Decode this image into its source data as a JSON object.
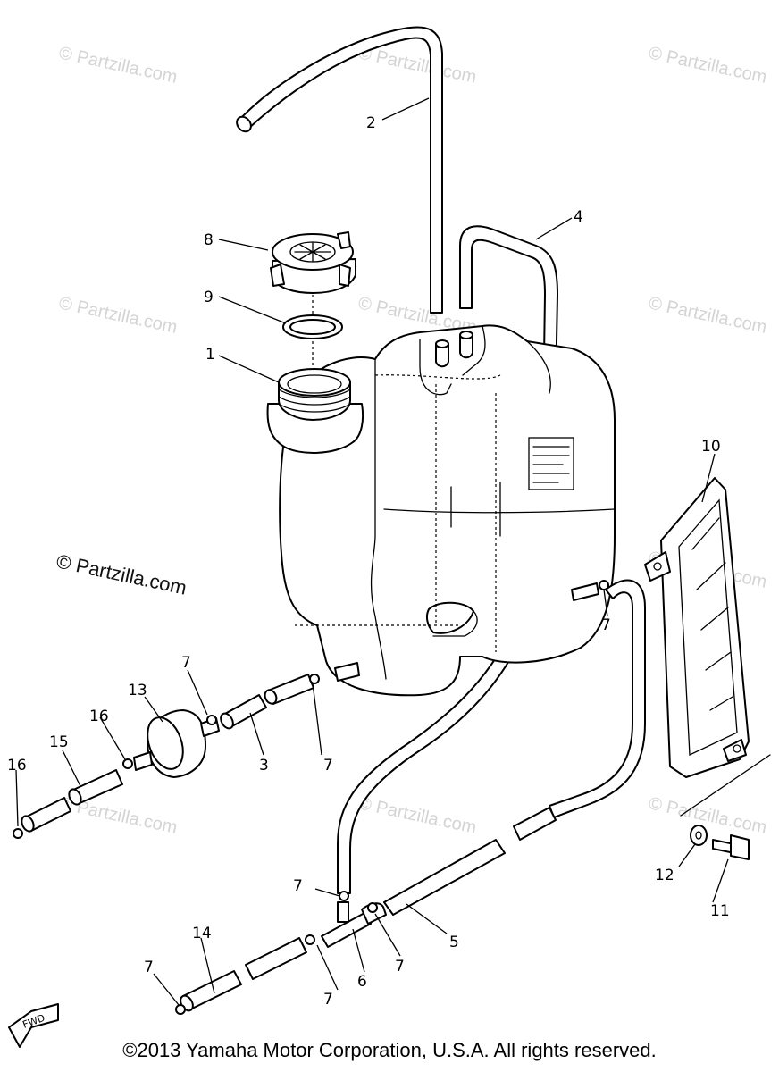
{
  "watermark": "© Partzilla.com",
  "watermark_strong": "© Partzilla.com",
  "fwd_label": "FWD",
  "copyright": "©2013 Yamaha Motor Corporation, U.S.A. All rights reserved.",
  "callouts": {
    "c1": "1",
    "c2": "2",
    "c3": "3",
    "c4": "4",
    "c5": "5",
    "c6": "6",
    "c7a": "7",
    "c7b": "7",
    "c7c": "7",
    "c7d": "7",
    "c7e": "7",
    "c7f": "7",
    "c7g": "7",
    "c8": "8",
    "c9": "9",
    "c10": "10",
    "c11": "11",
    "c12": "12",
    "c13": "13",
    "c14": "14",
    "c15": "15",
    "c16a": "16",
    "c16b": "16"
  }
}
